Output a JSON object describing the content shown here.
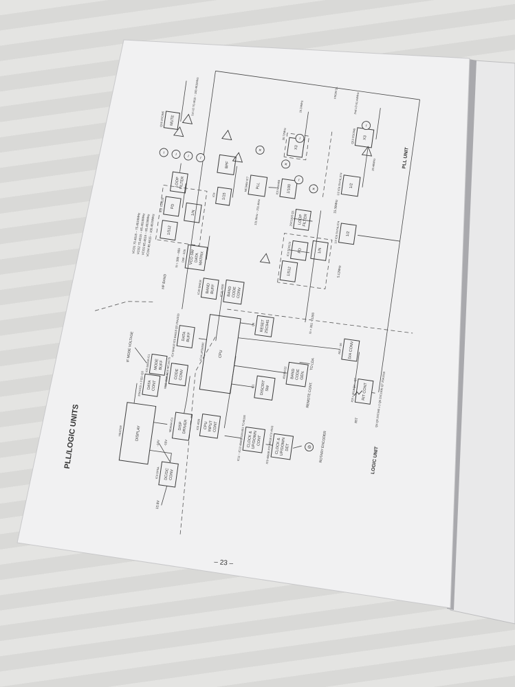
{
  "page": {
    "title": "PLL/LOGIC UNITS",
    "page_number": "– 23 –",
    "logic_unit_label": "LOGIC UNIT",
    "pll_unit_label": "PLL UNIT"
  },
  "diagram": {
    "blocks": {
      "display": {
        "lines": [
          "DISPLAY"
        ],
        "ic": "HEATER"
      },
      "dcdc": {
        "lines": [
          "DC/DC",
          "CONV"
        ],
        "ic": "IC3 DP5A"
      },
      "disp_driver": {
        "lines": [
          "DISP",
          "DRIVER"
        ],
        "ic": "M54644 IC1"
      },
      "data_cont": {
        "lines": [
          "DATA",
          "CONT"
        ],
        "ic": "2SA1015 x 3 Q1~Q3"
      },
      "mode_buff": {
        "lines": [
          "MODE",
          "BUFF"
        ],
        "ic": "IC5 BA618 IC1"
      },
      "code_conv": {
        "lines": [
          "CODE",
          "CONV"
        ],
        "ic": "IC18 4028 IC16 MC14175"
      },
      "cpu_input": {
        "lines": [
          "CPU",
          "INPUT",
          "CONT"
        ],
        "ic": "IC6 4028"
      },
      "data_buff": {
        "lines": [
          "DATA",
          "BUFF"
        ],
        "ic": "IC4 BA618 IC5 BA618 Q3 2SA1015"
      },
      "cpu": {
        "lines": [
          "CPU"
        ],
        "ic": "IC14 µPD650C"
      },
      "discrit": {
        "lines": [
          "DISCRIT",
          "SW"
        ],
        "ic": "IC1"
      },
      "clock_cont": {
        "lines": [
          "CLOCK &",
          "UP/DOWN",
          "CONT"
        ],
        "ic": "IC11 ~ IC13 4066B DAN401 TC40193"
      },
      "clock_det": {
        "lines": [
          "CLOCK &",
          "UP/DOWN",
          "DET"
        ],
        "ic": "IC9 4066B IC9 4001B IC3 4013"
      },
      "band_code_gen": {
        "lines": [
          "BAND",
          "CODE",
          "GEN."
        ],
        "ic": "4518 IC22"
      },
      "reset": {
        "lines": [
          "RESET",
          "2SC945"
        ],
        "ic": "Q8"
      },
      "da_conv": {
        "lines": [
          "D/A CONV"
        ],
        "ic": "R53 ~ 56"
      },
      "rit_cont": {
        "lines": [
          "RIT CONT"
        ],
        "ic": "IC8 x 4013 Q4 ~ Q7"
      },
      "band_buff": {
        "lines": [
          "BAND",
          "BUFF"
        ],
        "ic": "IC20 BA618"
      },
      "band_code_conv": {
        "lines": [
          "BAND",
          "CODE",
          "CONV"
        ],
        "ic": "IC15 4028"
      },
      "vco_sw": {
        "lines": [
          "VCO SW",
          "DATA",
          "MATRIX"
        ],
        "ic": "D58 ~ D26"
      },
      "div15": {
        "lines": [
          "1/15"
        ],
        "ic": "IC9"
      },
      "bpf": {
        "lines": [
          "BPF"
        ],
        "ic": ""
      },
      "loop_filter1": {
        "lines": [
          "LOOP",
          "FILTER"
        ],
        "ic": ""
      },
      "pd1": {
        "lines": [
          "PD"
        ],
        "ic": "IC2 TC9123"
      },
      "divn1": {
        "lines": [
          "1/N"
        ],
        "ic": ""
      },
      "div512a": {
        "lines": [
          "1/512"
        ],
        "ic": ""
      },
      "mute": {
        "lines": [
          "MUTE"
        ],
        "ic": "Q16 2SC945"
      },
      "pll": {
        "lines": [
          "PLL"
        ],
        "ic": "MC3484 IC7"
      },
      "div100": {
        "lines": [
          "1/100"
        ],
        "ic": "IC5 M54459"
      },
      "loop_filter2": {
        "lines": [
          "LOOP",
          "FILTER"
        ],
        "ic": "2SC1815 Q1"
      },
      "pd2": {
        "lines": [
          "PD"
        ],
        "ic": "IC3 TC9123"
      },
      "divn2": {
        "lines": [
          "1/N"
        ],
        "ic": ""
      },
      "div512b": {
        "lines": [
          "1/512"
        ],
        "ic": ""
      },
      "x3a": {
        "lines": [
          "X3"
        ],
        "ic": ""
      },
      "x3b": {
        "lines": [
          "X3"
        ],
        "ic": "Q13 2SC945"
      },
      "half1": {
        "lines": [
          "1/2"
        ],
        "ic": "1/2 IC6 SN74LS74"
      },
      "half2": {
        "lines": [
          "1/2"
        ],
        "ic": "1/2 IC6 SN74LS74"
      }
    },
    "labels": {
      "if_mode_voltage": "IF MODE VOLTAGE",
      "input_13_8v": "13.8V",
      "minus_14v": "-14V",
      "minus_10v": "-10V",
      "to_lda": "TO LDA",
      "remote_cont": "REMOTE CONT.",
      "rotary_encoder": "ROTARY ENCODER",
      "hf_band": "HF BAND",
      "n_range_pll": "N = 261 ~ 1260",
      "n_range_vco": "N = 380 ~ 665",
      "f_5_12": "5.12MHz",
      "f_15_36": "15.36MHz",
      "f_131": "131.5kHz ~ 231.4kHz",
      "first_lo": "1st LO 70.4615 ~ 100.4615MHz",
      "second_lo": "2nd LO 61.44MHz",
      "from_dl": "FROM DL",
      "f_30_72": "30.72MHz",
      "f_10_24": "10.24MHz",
      "f_20_48": "20.48MHz",
      "rit": "RIT",
      "rit_transistors": "Q4 Q5 2SC945 x 2  Q6 2SC1636  Q7 2SA1015",
      "vco1": "VCO1 70.4615 ~ 75.4615MHz",
      "vco2": "VCO2 75.4615 ~ 85.4615MHz",
      "vco3": "VCO3 85.4615 ~ 95.4615MHz",
      "vco4": "VCO4 95.4615 ~ 100.4615MHz"
    },
    "icons": [
      "oscillator-icon",
      "mixer-icon",
      "amplifier-icon",
      "rotary-encoder-icon",
      "variable-resistor-icon"
    ]
  }
}
